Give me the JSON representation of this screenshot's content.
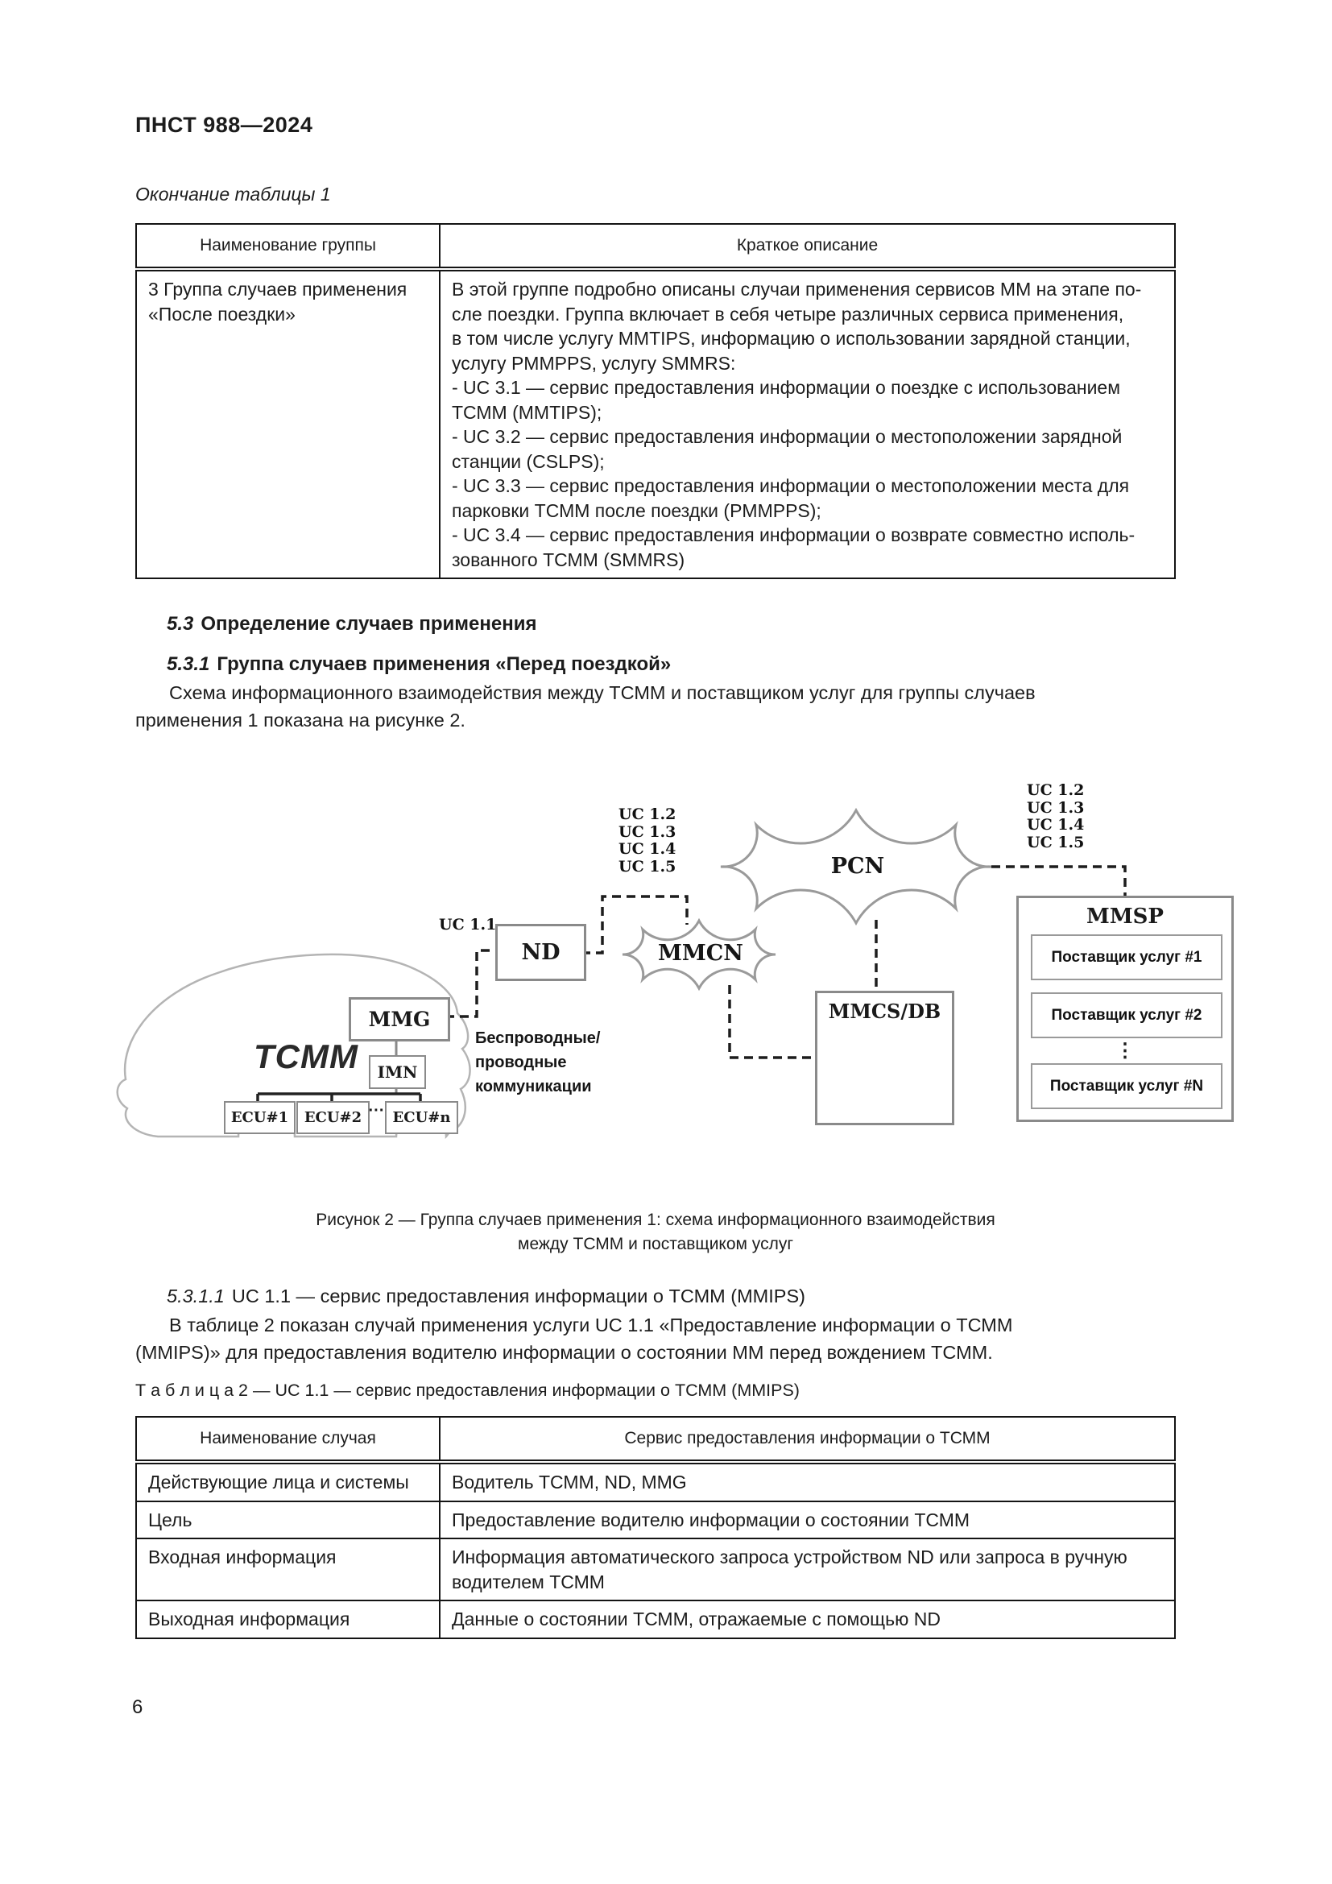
{
  "page": {
    "doc_code": "ПНСТ 988—2024",
    "continuation_note": "Окончание таблицы 1",
    "page_number": "6"
  },
  "table1": {
    "headers": [
      "Наименование группы",
      "Краткое описание"
    ],
    "row_name": "3 Группа случаев применения\n«После поездки»",
    "row_description": "В этой группе подробно описаны случаи применения сервисов ММ на этапе по-\nсле поездки. Группа включает в себя четыре различных сервиса применения,\nв том числе услугу MMTIPS, информацию о использовании зарядной станции,\nуслугу PMMPPS, услугу SMMRS:\n- UC 3.1 — сервис предоставления информации о поездке с использованием\nТСММ (MMTIPS);\n- UC 3.2 — сервис предоставления информации о местоположении зарядной\nстанции (CSLPS);\n- UC 3.3 — сервис предоставления информации о местоположении места для\nпарковки ТСММ после поездки (PMMPPS);\n- UC 3.4 — сервис предоставления информации о возврате совместно исполь-\nзованного ТСММ (SMMRS)"
  },
  "sections": {
    "s53_num": "5.3",
    "s53_title": "Определение случаев применения",
    "s531_num": "5.3.1",
    "s531_title": "Группа случаев применения «Перед поездкой»",
    "p1": "Схема информационного взаимодействия между ТСММ и поставщиком услуг для группы случаев\nприменения 1 показана на рисунке 2.",
    "s5311_num": "5.3.1.1",
    "s5311_title": "UC 1.1 — сервис предоставления информации о ТСММ (MMIPS)",
    "p2": "В таблице 2 показан случай применения услуги UC 1.1 «Предоставление информации о ТСММ\n(MMIPS)» для предоставления водителю информации о состоянии ММ перед вождением ТСММ."
  },
  "figure": {
    "caption": "Рисунок 2 — Группа случаев применения 1: схема информационного взаимодействия\nмежду ТСММ и поставщиком услуг",
    "uc_stack_mid": "UC 1.2\nUC 1.3\nUC 1.4\nUC 1.5",
    "uc_stack_right": "UC 1.2\nUC 1.3\nUC 1.4\nUC 1.5",
    "uc_11": "UC 1.1",
    "nd_label": "ND",
    "mmcn_label": "MMCN",
    "pcn_label": "PCN",
    "mmg_label": "MMG",
    "imn_label": "IMN",
    "tcmm_label": "ТСММ",
    "ecu_labels": [
      "ECU#1",
      "ECU#2",
      "ECU#n"
    ],
    "ecu_dots": "···",
    "mmcs_label": "MMCS/DB",
    "mmsp_label": "MMSP",
    "providers": [
      "Поставщик услуг #1",
      "Поставщик услуг #2",
      "Поставщик услуг #N"
    ],
    "providers_dots": "⋮",
    "comm_label": "Беспроводные/\nпроводные\nкоммуникации"
  },
  "table2": {
    "label_word": "Т а б л и ц а   2",
    "label_rest": "— UC 1.1 — сервис предоставления информации о ТСММ (MMIPS)",
    "headers": [
      "Наименование случая",
      "Сервис предоставления информации о ТСММ"
    ],
    "rows": [
      {
        "name": "Действующие лица и системы",
        "value": "Водитель ТСММ, ND, MMG"
      },
      {
        "name": "Цель",
        "value": "Предоставление водителю информации о состоянии ТСММ"
      },
      {
        "name": "Входная информация",
        "value": "Информация автоматического запроса устройством ND или запроса в ручную\nводителем ТСММ"
      },
      {
        "name": "Выходная информация",
        "value": "Данные о состоянии ТСММ, отражаемые с помощью ND"
      }
    ]
  }
}
